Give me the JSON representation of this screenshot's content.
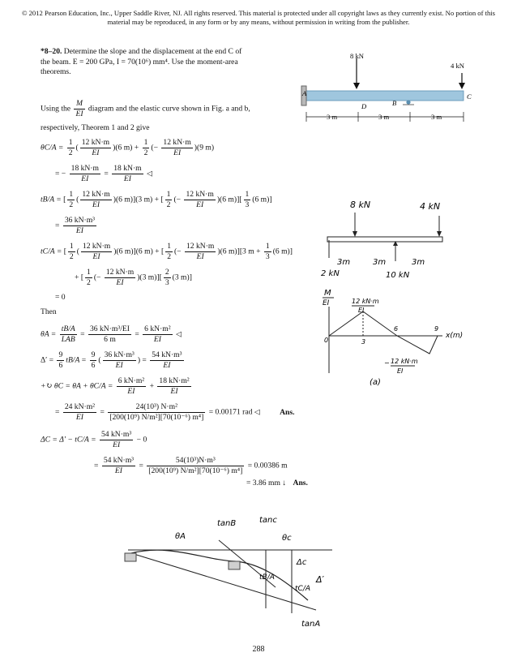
{
  "header": {
    "copyright": "© 2012 Pearson Education, Inc., Upper Saddle River, NJ. All rights reserved. This material is protected under all copyright laws as they currently exist. No portion of this material may be reproduced, in any form or by any means, without permission in writing from the publisher."
  },
  "problem": {
    "number": "*8–20.",
    "text": "Determine the slope and the displacement at the end C of the beam. E = 200 GPa, I = 70(10⁶) mm⁴. Use the moment-area theorems."
  },
  "intro": {
    "before": "Using the",
    "frac_num": "M",
    "frac_den": "EI",
    "after": "diagram and the elastic curve shown in Fig. a and b,",
    "line2": "respectively, Theorem 1 and 2 give"
  },
  "eq": {
    "theta_ca_lhs": "θC/A =",
    "theta_ca_part1": "(6 m) +",
    "theta_ca_part2": "(9 m)",
    "half": "1",
    "two": "2",
    "k12": "12 kN·m",
    "k12neg": "−",
    "ei": "EI",
    "theta_ca_r_eq": "= −",
    "k18": "18 kN·m",
    "equals": "=",
    "tba_lhs": "tB/A =",
    "tba_a": "(6 m)",
    "tba_b": "(3 m) +",
    "tba_c": "(6 m)",
    "tba_d": "(6 m)",
    "third": "1",
    "three": "3",
    "k36m3": "36 kN·m³",
    "tca_lhs": "tC/A =",
    "tca_a": "(6 m)",
    "tca_b": "(6 m) +",
    "tca_c": "(6 m)",
    "tca_d": "3 m +",
    "tca_e": "(6 m)",
    "tca_f": "(3 m)",
    "twoover": "2",
    "threeb": "3",
    "tca_g": "(3 m)",
    "plus": "+",
    "zero": "= 0",
    "then": "Then",
    "thetaA_lhs": "θA =",
    "tba": "tB/A",
    "lab": "LAB",
    "k36ei": "36 kN·m³/EI",
    "six_m": "6 m",
    "k6m2": "6 kN·m²",
    "delta_lhs": "Δ′ =",
    "nine": "9",
    "six": "6",
    "tba_s": "tB/A",
    "k54m3": "54 kN·m³",
    "thetaC_lhs": "+↻ θC = θA + θC/A =",
    "k18m2": "18 kN·m²",
    "k24m2": "24 kN·m²",
    "k24num": "24(10³) N·m²",
    "den1": "[200(10⁹) N/m²][70(10⁻⁶) m⁴]",
    "res1": "= 0.00171 rad",
    "ans": "Ans.",
    "deltaC_lhs": "ΔC = Δ′ − tC/A =",
    "minus0": "− 0",
    "k54num": "54(10³)N·m³",
    "res2": "= 0.00386 m",
    "res3": "= 3.86 mm ↓",
    "ans2": "Ans."
  },
  "figure_beam": {
    "load8": "8 kN",
    "load4": "4 kN",
    "A": "A",
    "B": "B",
    "C": "C",
    "D": "D",
    "span1": "3 m",
    "span2": "3 m",
    "span3": "3 m"
  },
  "fbd": {
    "p8": "8 kN",
    "p4": "4 kN",
    "r2": "2 kN",
    "r10": "10 kN",
    "d1": "3m",
    "d2": "3m",
    "d3": "3m"
  },
  "mdiag": {
    "M": "M",
    "EI": "EI",
    "top_num": "12 kN·m",
    "top_den": "EI",
    "x0": "0",
    "x3": "3",
    "x6": "6",
    "x9": "9",
    "xlabel": "x(m)",
    "bot_num": "−",
    "bot_num2": "12 kN·m",
    "bot_den": "EI",
    "cap": "(a)"
  },
  "elastic": {
    "tanB": "tanB",
    "tanC": "tanc",
    "thetaA": "θA",
    "thetaC": "θc",
    "deltaC": "Δc",
    "deltaP": "Δ′",
    "tba": "tB/A",
    "tca": "tC/A",
    "tanA": "tanA"
  },
  "footer": {
    "page": "288"
  }
}
